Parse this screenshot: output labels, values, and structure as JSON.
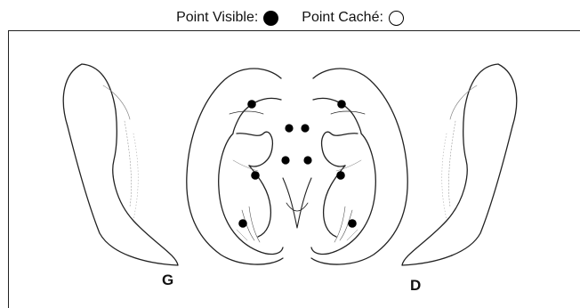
{
  "legend": {
    "visible_label": "Point Visible:",
    "hidden_label": "Point Caché:"
  },
  "diagram": {
    "left_label": "G",
    "right_label": "D"
  },
  "points": {
    "count_visible": 10
  }
}
